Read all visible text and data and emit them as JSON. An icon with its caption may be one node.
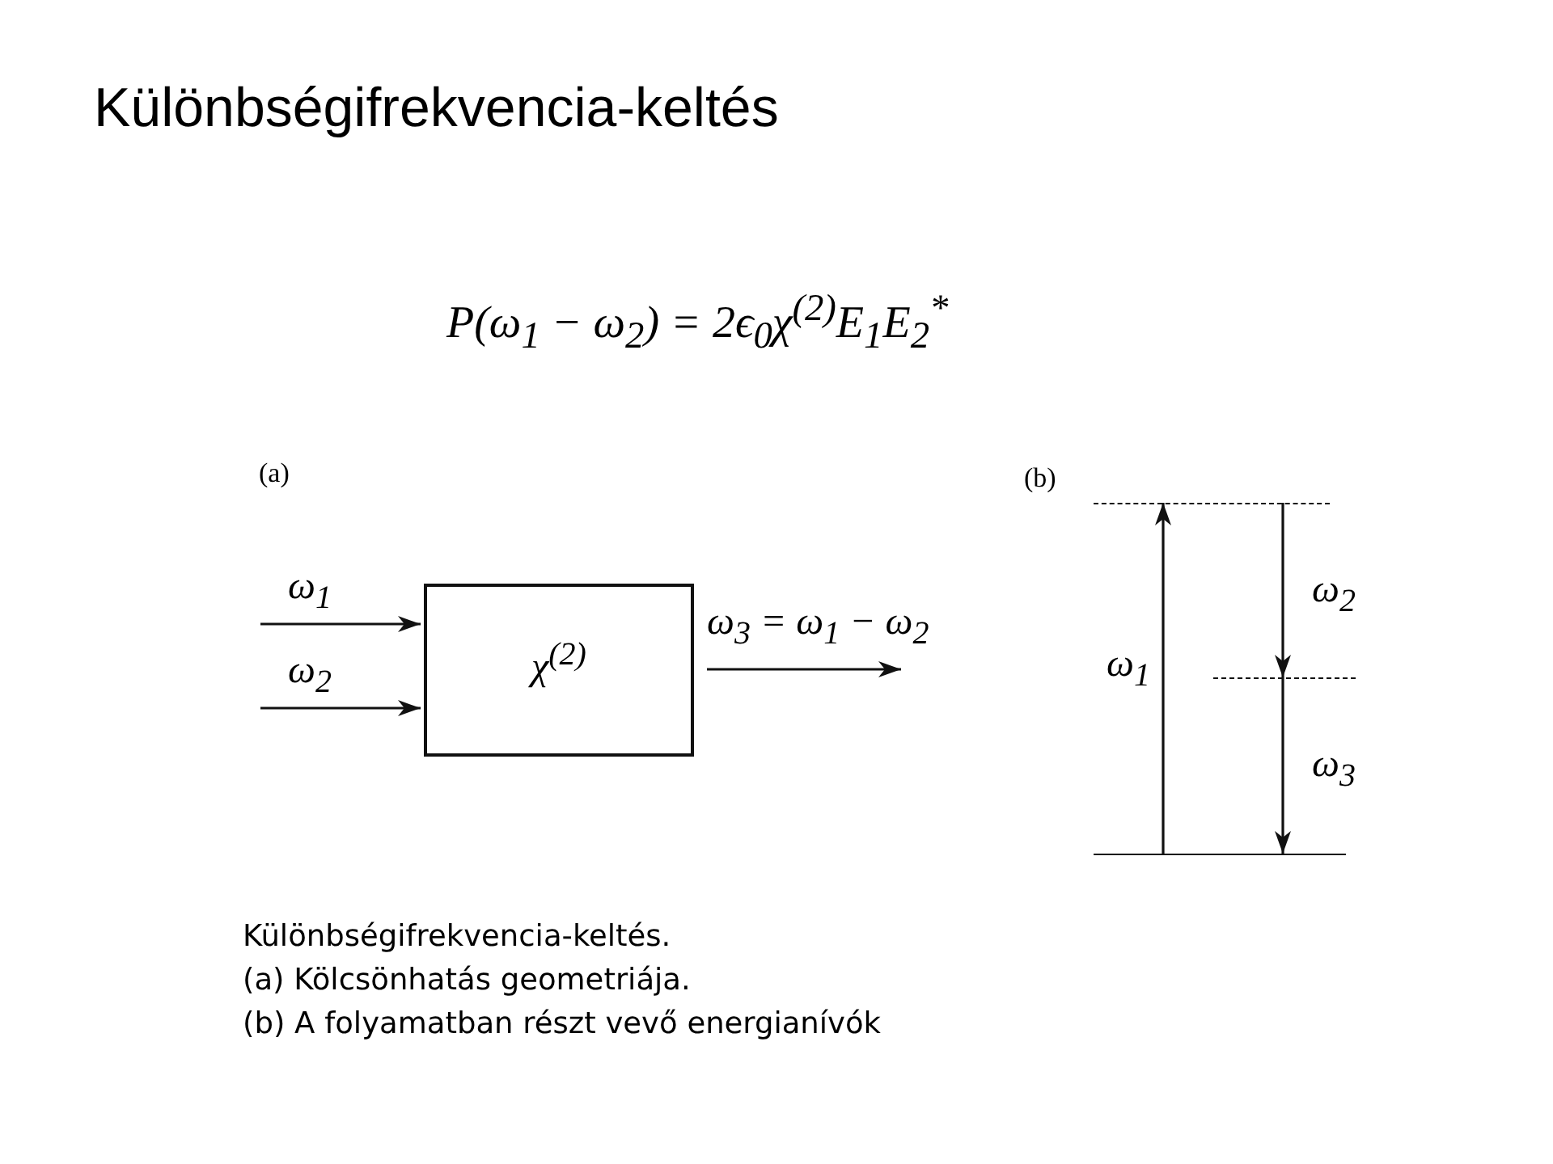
{
  "diagram": {
    "title": "Különbségifrekvencia-keltés",
    "caption": "Különbségifrekvencia-keltés.",
    "nodes": [
      {
        "text": [
          "χ$^{(2)}$"
        ]
      },
      {
        "text": [],
        "shape": "bar"
      },
      {
        "text": [],
        "shape": "bar"
      },
      {
        "text": [],
        "shape": "bar"
      }
    ],
    "edges": [
      {
        "from": null,
        "to": 0,
        "arrow": "to",
        "label": "ω$_{1}$"
      },
      {
        "from": null,
        "to": 0,
        "arrow": "to",
        "label": "ω$_{2}$"
      },
      {
        "from": 0,
        "to": null,
        "arrow": "to",
        "label": "ω$_{3}$ = ω$_{1}$ − ω$_{2}$"
      },
      {
        "from": 3,
        "to": 1,
        "arrow": "to",
        "label": "ω$_{1}$"
      },
      {
        "from": 1,
        "to": 2,
        "arrow": "to",
        "label": "ω$_{2}$"
      },
      {
        "from": 2,
        "to": 3,
        "arrow": "to",
        "label": "ω$_{3}$"
      }
    ],
    "labels": [
      "P(ω$_{1}$ − ω$_{2}$) = 2ϵ$_{0}$χ$^{(2)}$E$_{1}$E$_{2}$$^{*}$",
      "(a)",
      "(b)",
      "(a) Kölcsönhatás geometriája.",
      "(b) A folyamatban részt vevő energianívók"
    ]
  }
}
